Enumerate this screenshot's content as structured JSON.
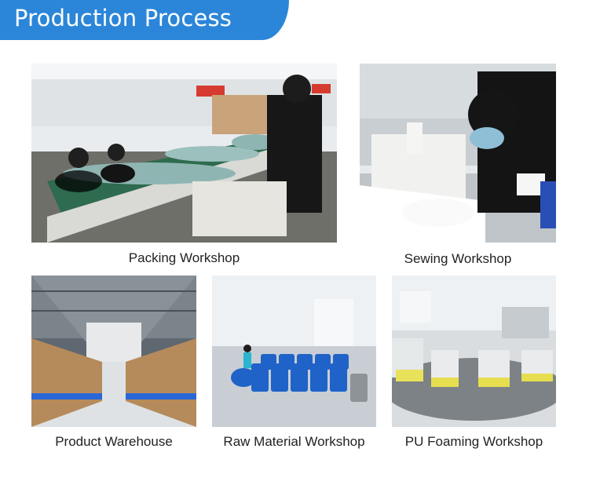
{
  "header": {
    "title": "Production Process",
    "accent_color": "#2b86d9"
  },
  "photos": [
    {
      "caption": "Packing Workshop"
    },
    {
      "caption": "Sewing Workshop"
    },
    {
      "caption": "Product Warehouse"
    },
    {
      "caption": "Raw Material Workshop"
    },
    {
      "caption": "PU Foaming Workshop"
    }
  ]
}
